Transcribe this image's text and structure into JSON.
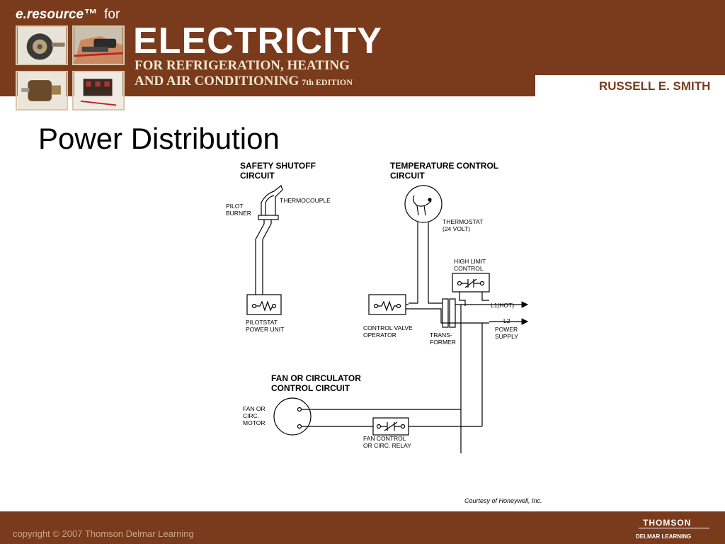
{
  "header": {
    "logo_text": "e.resource™",
    "logo_for": "for",
    "book_title": "ELECTRICITY",
    "subtitle_line1": "FOR REFRIGERATION, HEATING",
    "subtitle_line2": "AND AIR CONDITIONING",
    "edition": "7th EDITION",
    "author": "RUSSELL E. SMITH"
  },
  "slide": {
    "title": "Power Distribution"
  },
  "diagram": {
    "safety_title_1": "SAFETY SHUTOFF",
    "safety_title_2": "CIRCUIT",
    "pilot_1": "PILOT",
    "pilot_2": "BURNER",
    "thermocouple": "THERMOCOUPLE",
    "pilotstat_1": "PILOTSTAT",
    "pilotstat_2": "POWER UNIT",
    "temp_title_1": "TEMPERATURE CONTROL",
    "temp_title_2": "CIRCUIT",
    "thermostat_1": "THERMOSTAT",
    "thermostat_2": "(24 VOLT)",
    "high_limit_1": "HIGH LIMIT",
    "high_limit_2": "CONTROL",
    "l1": "L1(HOT)",
    "l2": "L2",
    "power_1": "POWER",
    "power_2": "SUPPLY",
    "valve_1": "CONTROL VALVE",
    "valve_2": "OPERATOR",
    "trans_1": "TRANS-",
    "trans_2": "FORMER",
    "fan_title_1": "FAN OR CIRCULATOR",
    "fan_title_2": "CONTROL CIRCUIT",
    "fan_motor_1": "FAN OR",
    "fan_motor_2": "CIRC.",
    "fan_motor_3": "MOTOR",
    "fan_relay_1": "FAN CONTROL",
    "fan_relay_2": "OR CIRC. RELAY"
  },
  "courtesy": "Courtesy of Honeywell, Inc.",
  "footer": {
    "copyright": "copyright © 2007 Thomson Delmar Learning",
    "publisher": "THOMSON",
    "publisher_sub": "DELMAR LEARNING"
  }
}
